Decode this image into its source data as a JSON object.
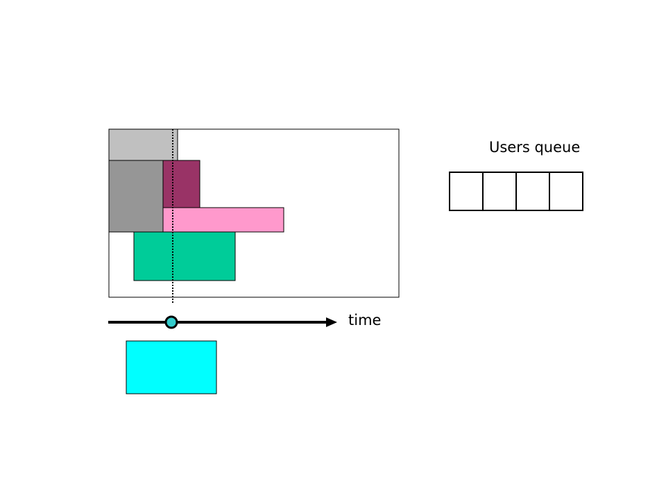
{
  "labels": {
    "users_queue": "Users queue",
    "time": "time"
  },
  "colors": {
    "frame_border": "#000000",
    "block_light_gray": "#c0c0c0",
    "block_gray": "#969696",
    "block_maroon": "#993366",
    "block_pink": "#ff99cc",
    "block_green": "#00cc99",
    "block_cyan": "#00ffff",
    "time_marker": "#33cccc"
  },
  "queue": {
    "slot_count": 4
  }
}
